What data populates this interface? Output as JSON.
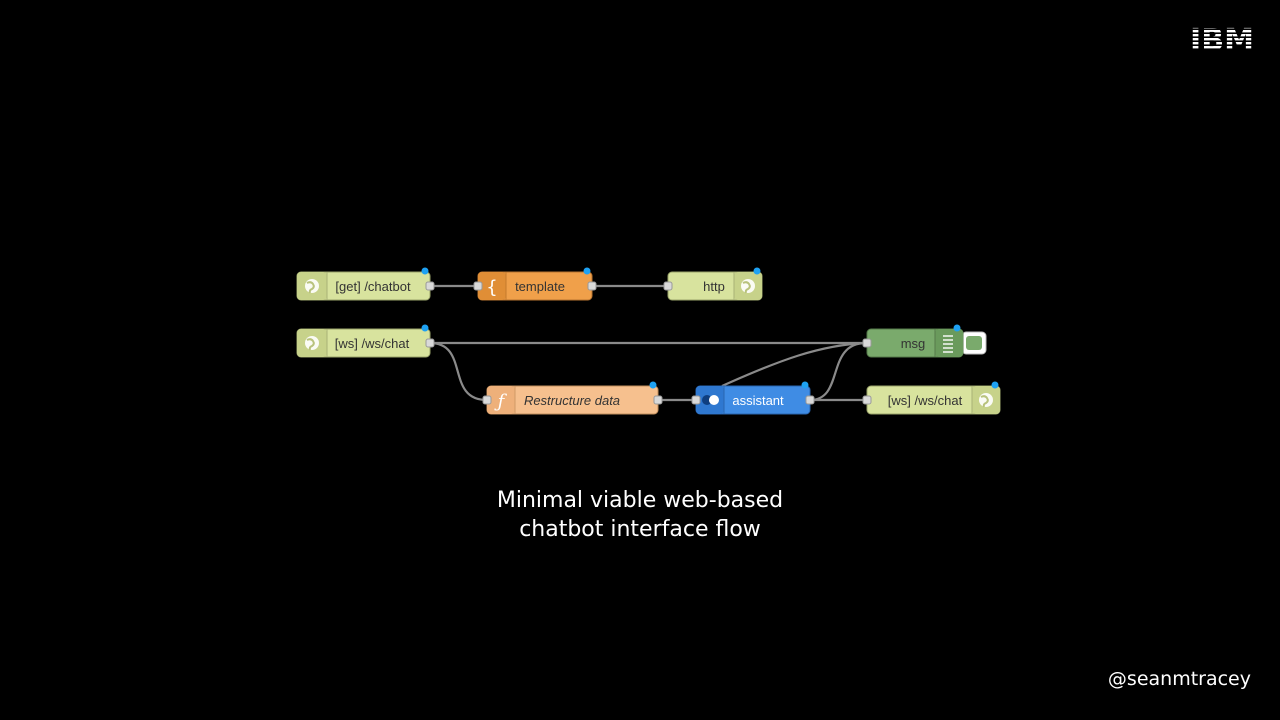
{
  "brand": {
    "logo_text": "IBM"
  },
  "flow": {
    "nodes": [
      {
        "id": "get-chatbot",
        "label": "[get] /chatbot",
        "icon": "globe-icon"
      },
      {
        "id": "template",
        "label": "template",
        "icon": "curly-brace-icon"
      },
      {
        "id": "http",
        "label": "http",
        "icon": "globe-icon"
      },
      {
        "id": "ws-chat-in",
        "label": "[ws] /ws/chat",
        "icon": "globe-icon"
      },
      {
        "id": "msg",
        "label": "msg",
        "icon": "list-icon"
      },
      {
        "id": "restructure",
        "label": "Restructure data",
        "icon": "function-icon"
      },
      {
        "id": "assistant",
        "label": "assistant",
        "icon": "assistant-icon"
      },
      {
        "id": "ws-chat-out",
        "label": "[ws] /ws/chat",
        "icon": "globe-icon"
      }
    ],
    "colors": {
      "http_node": "#d8e39e",
      "template_node": "#f0a04a",
      "function_node": "#f6c08e",
      "assistant_node": "#3f8ce4",
      "debug_node": "#7aaa6c",
      "wire": "#8a8a8a",
      "status_dot": "#1ea1f2"
    }
  },
  "caption": {
    "line1": "Minimal viable web-based",
    "line2": "chatbot interface flow"
  },
  "footer": {
    "handle": "@seanmtracey"
  }
}
